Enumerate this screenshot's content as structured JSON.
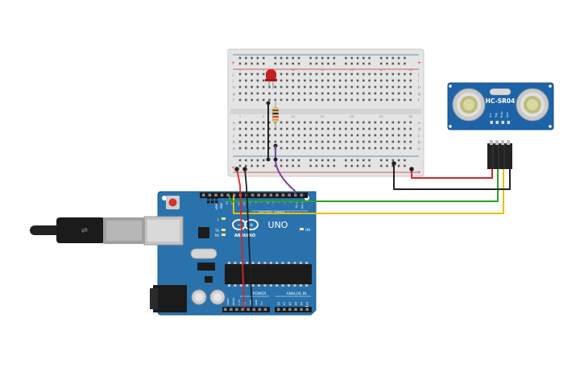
{
  "board": {
    "brand": "ARDUINO",
    "model": "UNO",
    "digital_label": "DIGITAL (PWM~)",
    "power_label": "POWER",
    "analog_label": "ANALOG IN",
    "on_label": "ON",
    "l_label": "L",
    "tx_label": "TX",
    "rx_label": "RX",
    "ioref_label": "IOREF",
    "reset_label": "RESET",
    "v33_label": "3.3V",
    "v5_label": "5V",
    "gnd_label": "GND",
    "vin_label": "Vin",
    "aref_label": "AREF",
    "analog_pins": [
      "A0",
      "A1",
      "A2",
      "A3",
      "A4",
      "A5"
    ],
    "digital_pins": [
      "13",
      "12",
      "~11",
      "~10",
      "~9",
      "8",
      "7",
      "~6",
      "~5",
      "4",
      "~3",
      "2",
      "TX→1",
      "RX←0"
    ]
  },
  "sensor": {
    "label": "HC-SR04",
    "pins": [
      "Vcc",
      "Trig",
      "Echo",
      "Gnd"
    ]
  },
  "breadboard": {
    "row_letters_top": [
      "j",
      "i",
      "h",
      "g",
      "f"
    ],
    "row_letters_bottom": [
      "e",
      "d",
      "c",
      "b",
      "a"
    ],
    "column_numbers": [
      "1",
      "5",
      "10",
      "15",
      "20",
      "25",
      "30"
    ]
  },
  "colors": {
    "breadboard": "#e6e6e6",
    "rail_red": "#d0312d",
    "rail_blue": "#3a6fb0",
    "arduino_blue": "#2a72ac",
    "sensor_blue": "#1d63a8",
    "wire_red": "#d62728",
    "wire_black": "#222222",
    "wire_green": "#2ca02c",
    "wire_yellow": "#e5c100",
    "wire_purple": "#7b3fa0",
    "led_red": "#c42020"
  },
  "wires": [
    {
      "name": "5V to breadboard",
      "color": "red"
    },
    {
      "name": "GND to breadboard",
      "color": "black"
    },
    {
      "name": "LED signal",
      "color": "purple"
    },
    {
      "name": "Trig",
      "color": "green"
    },
    {
      "name": "Echo",
      "color": "yellow"
    },
    {
      "name": "Sensor Vcc",
      "color": "red"
    },
    {
      "name": "Sensor Gnd",
      "color": "black"
    }
  ]
}
